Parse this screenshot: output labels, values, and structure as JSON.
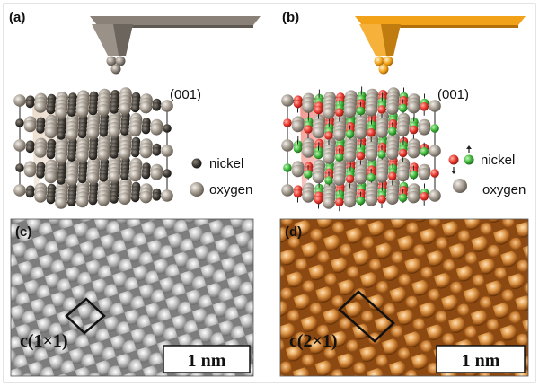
{
  "panels": {
    "a": {
      "label": "(a)",
      "surface": "(001)",
      "legend_nickel": "nickel",
      "legend_oxygen": "oxygen",
      "tip_color": "#8a8279"
    },
    "b": {
      "label": "(b)",
      "surface": "(001)",
      "legend_nickel": "nickel",
      "legend_oxygen": "oxygen",
      "tip_color": "#f2a219",
      "spin_up_color": "#e83a2e",
      "spin_down_color": "#3fb63b"
    },
    "c": {
      "label": "(c)",
      "cell_label": "c(1×1)",
      "scale_label": "1 nm",
      "image_color": "#c9c9c9"
    },
    "d": {
      "label": "(d)",
      "cell_label": "c(2×1)",
      "scale_label": "1 nm",
      "image_color": "#d88a3a"
    }
  },
  "colors": {
    "oxygen": "#a39a8f",
    "nickel": "#3a3631"
  }
}
